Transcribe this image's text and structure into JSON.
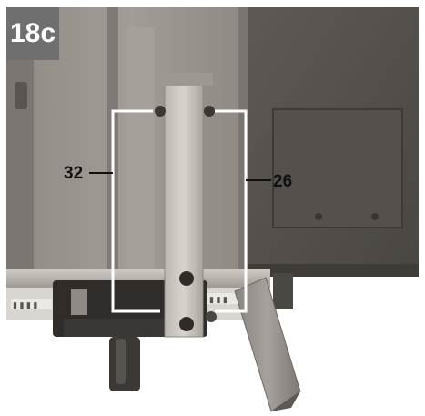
{
  "figure": {
    "label": "18c",
    "callouts": [
      "32",
      "26"
    ],
    "colors": {
      "label_bg": "#6f6f6f",
      "label_text": "#ffffff",
      "bracket": "#ffffff",
      "callout_text": "#111111"
    }
  }
}
